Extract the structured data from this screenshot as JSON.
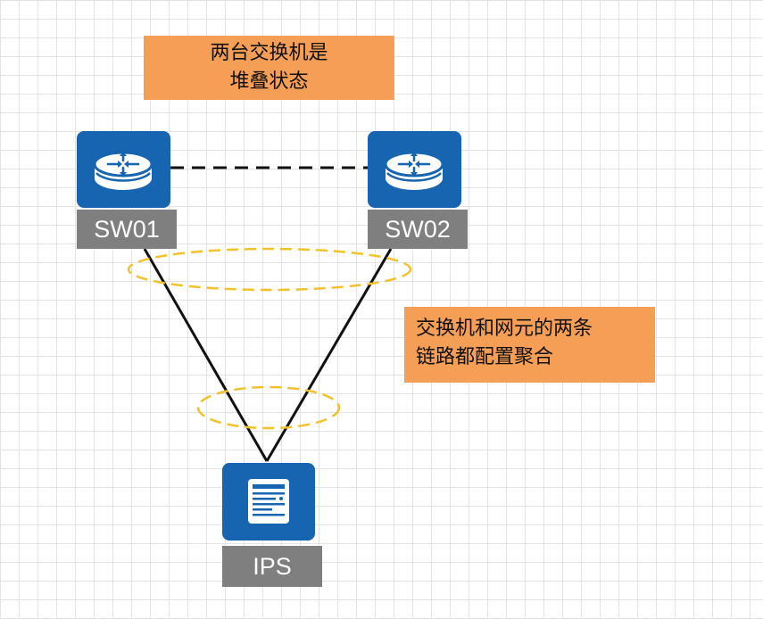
{
  "notes": {
    "stack": [
      "两台交换机是",
      "堆叠状态"
    ],
    "aggregation": [
      "交换机和网元的两条",
      "链路都配置聚合"
    ]
  },
  "devices": {
    "sw01": "SW01",
    "sw02": "SW02",
    "ips": "IPS"
  },
  "colors": {
    "device_blue": "#1764b0",
    "label_gray": "#7f7f7f",
    "note_orange": "#f59e55",
    "lag_ellipse": "#f2c12e"
  },
  "icons": {
    "sw01": "router-icon",
    "sw02": "router-icon",
    "ips": "ips-appliance-icon"
  }
}
